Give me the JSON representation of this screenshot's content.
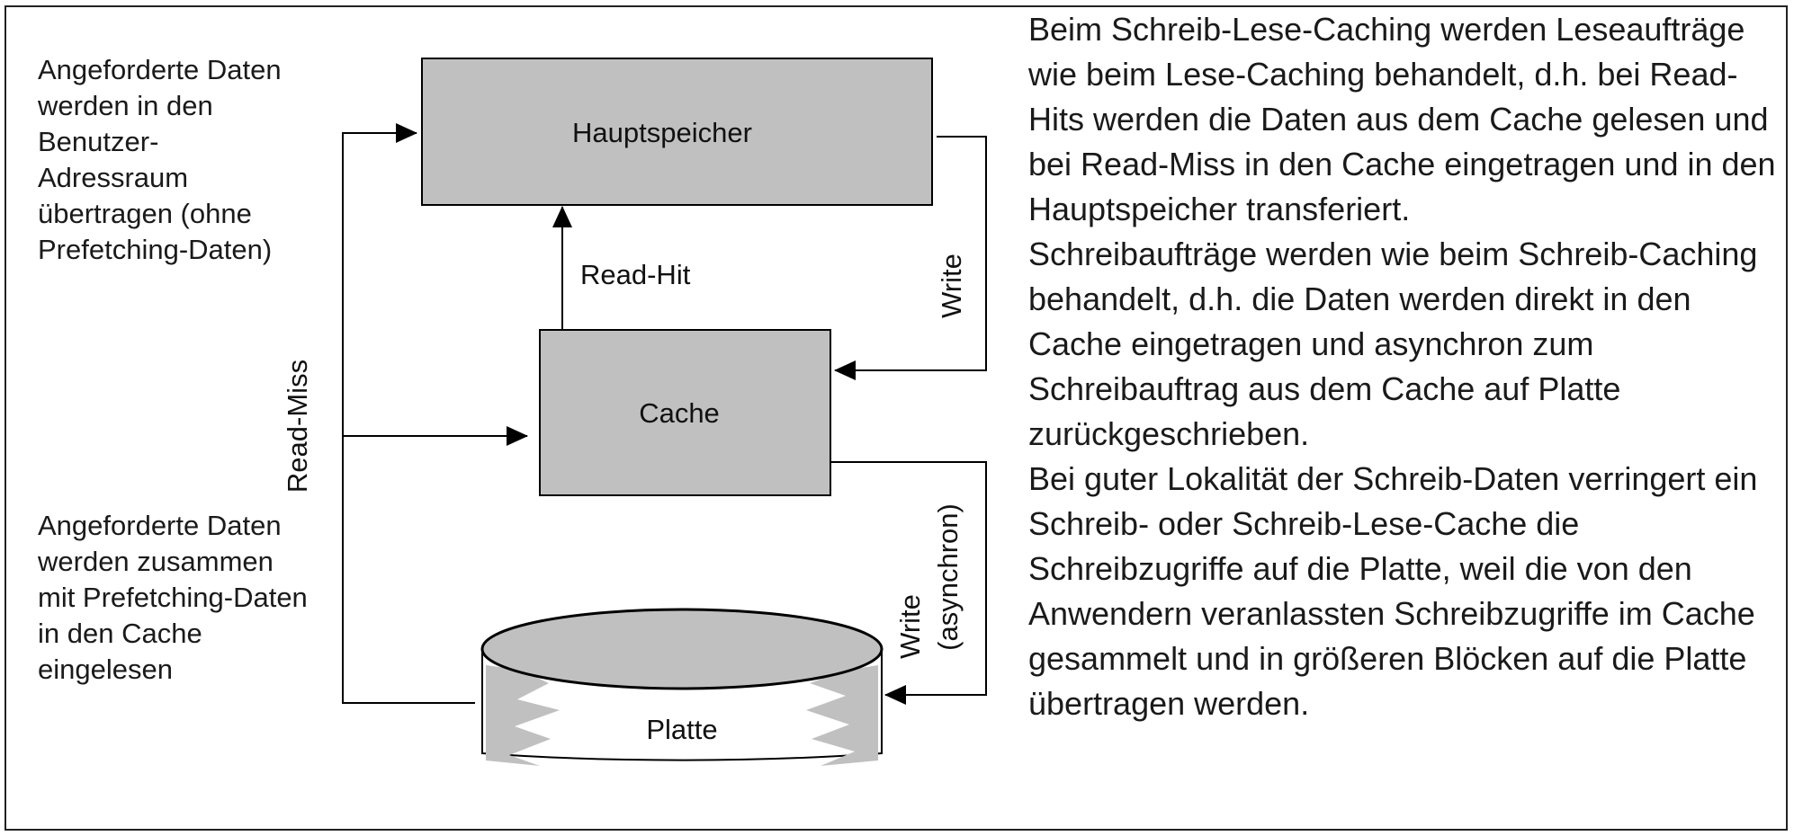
{
  "diagram": {
    "boxes": {
      "main_memory": "Hauptspeicher",
      "cache": "Cache",
      "disk": "Platte"
    },
    "edges": {
      "read_hit": "Read-Hit",
      "read_miss": "Read-Miss",
      "write": "Write",
      "write_async_line1": "Write",
      "write_async_line2": "(asynchron)"
    },
    "colors": {
      "box_fill": "#c0c0c0",
      "line": "#000000"
    }
  },
  "notes": {
    "top": "Angeforderte Daten werden in den Benutzer-Adressraum übertragen (ohne Prefetching-Daten)",
    "bottom": "Angeforderte Daten werden zusammen mit Prefetching-Daten in den Cache eingelesen"
  },
  "description": {
    "paragraphs": [
      "Beim Schreib-Lese-Caching werden Leseaufträge wie beim Lese-Caching behandelt, d.h. bei Read-Hits werden die Daten aus dem Cache gelesen und bei Read-Miss in den Cache eingetragen und in den Hauptspeicher transferiert.",
      "Schreibaufträge werden wie beim Schreib-Caching behandelt, d.h. die Daten werden direkt in den Cache eingetragen und asynchron zum Schreibauftrag aus dem Cache auf Platte zurückgeschrieben.",
      "Bei guter Lokalität der Schreib-Daten verringert ein Schreib- oder Schreib-Lese-Cache die Schreibzugriffe auf die Platte, weil die von den Anwendern veranlassten Schreibzugriffe im Cache gesammelt und in größeren Blöcken auf die Platte übertragen werden."
    ]
  }
}
